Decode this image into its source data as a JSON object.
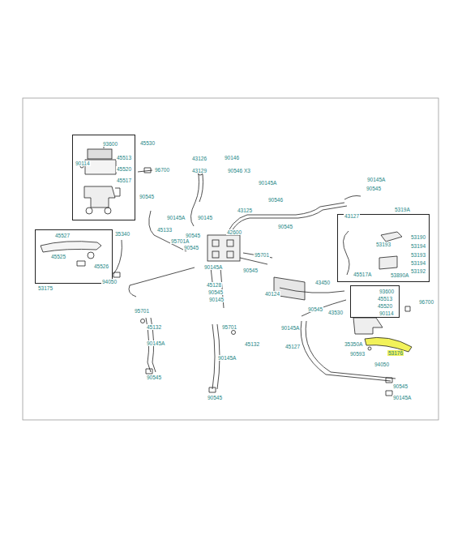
{
  "diagram": {
    "nodes": [
      {
        "text": [
          "45530",
          "93600",
          "45513",
          "90114",
          "45520",
          "45517"
        ]
      },
      {
        "text": [
          "45527",
          "45525",
          "45526",
          "53175"
        ]
      },
      {
        "text": [
          "5319A",
          "53190",
          "53193",
          "53194",
          "53193",
          "53194",
          "53192",
          "45517A",
          "53890A"
        ]
      },
      {
        "text": [
          "93600",
          "45513",
          "45520",
          "90114"
        ]
      }
    ],
    "labels": [
      "96700",
      "43126",
      "90146",
      "43129",
      "90546 X3",
      "90145A",
      "90145A",
      "90545",
      "90545",
      "90546",
      "90145A",
      "90145",
      "43125",
      "43127",
      "90545",
      "35340",
      "45133",
      "42600",
      "95701A",
      "90545",
      "90545",
      "95701",
      "90145A",
      "90545",
      "94050",
      "45128",
      "90545",
      "43450",
      "90145",
      "40124",
      "96700",
      "90545",
      "95701",
      "43530",
      "45132",
      "95701",
      "90145A",
      "35350A",
      "45132",
      "90145A",
      "45127",
      "90593",
      "53176",
      "90145A",
      "94050",
      "90545",
      "90545",
      "90545",
      "90145A"
    ]
  }
}
